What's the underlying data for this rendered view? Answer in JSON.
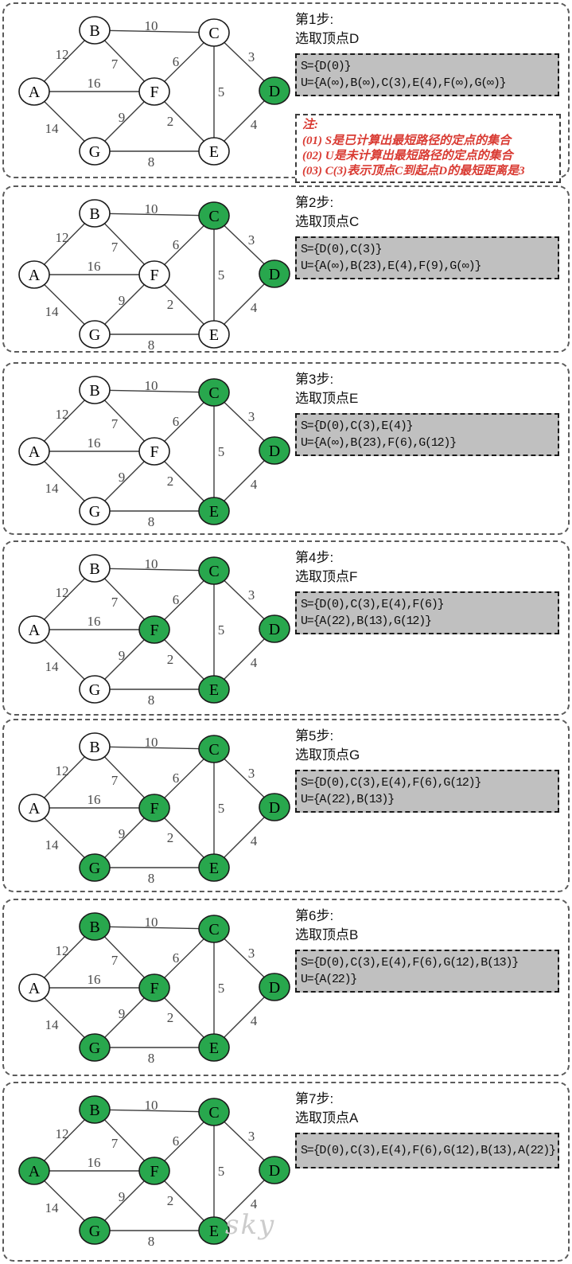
{
  "figure": {
    "watermark": "sky",
    "note": {
      "title": "注:",
      "lines": [
        "(01) S是已计算出最短路径的定点的集合",
        "(02) U是未计算出最短路径的定点的集合",
        "(03) C(3)表示顶点C到起点D的最短距离是3"
      ]
    }
  },
  "colors": {
    "selected_node_fill": "#28a74d",
    "unselected_node_fill": "#ffffff",
    "status_box_bg": "#c0c0c0",
    "note_text": "#d93a32"
  },
  "graph": {
    "node_ids": [
      "A",
      "B",
      "C",
      "D",
      "E",
      "F",
      "G"
    ],
    "edges": [
      {
        "from": "A",
        "to": "B",
        "weight": 12
      },
      {
        "from": "B",
        "to": "C",
        "weight": 10
      },
      {
        "from": "B",
        "to": "F",
        "weight": 7
      },
      {
        "from": "C",
        "to": "F",
        "weight": 6
      },
      {
        "from": "C",
        "to": "D",
        "weight": 3
      },
      {
        "from": "A",
        "to": "F",
        "weight": 16
      },
      {
        "from": "C",
        "to": "E",
        "weight": 5
      },
      {
        "from": "F",
        "to": "G",
        "weight": 9
      },
      {
        "from": "F",
        "to": "E",
        "weight": 2
      },
      {
        "from": "A",
        "to": "G",
        "weight": 14
      },
      {
        "from": "D",
        "to": "E",
        "weight": 4
      },
      {
        "from": "G",
        "to": "E",
        "weight": 8
      }
    ]
  },
  "steps": [
    {
      "title": "第1步:",
      "action": "选取顶点D",
      "s_line": "S={D(0)}",
      "u_line": "U={A(∞),B(∞),C(3),E(4),F(∞),G(∞)}",
      "selected": [
        "D"
      ],
      "has_note": true,
      "has_watermark": false
    },
    {
      "title": "第2步:",
      "action": "选取顶点C",
      "s_line": "S={D(0),C(3)}",
      "u_line": "U={A(∞),B(23),E(4),F(9),G(∞)}",
      "selected": [
        "C",
        "D"
      ],
      "has_note": false,
      "has_watermark": false
    },
    {
      "title": "第3步:",
      "action": "选取顶点E",
      "s_line": "S={D(0),C(3),E(4)}",
      "u_line": "U={A(∞),B(23),F(6),G(12)}",
      "selected": [
        "C",
        "D",
        "E"
      ],
      "has_note": false,
      "has_watermark": false
    },
    {
      "title": "第4步:",
      "action": "选取顶点F",
      "s_line": "S={D(0),C(3),E(4),F(6)}",
      "u_line": "U={A(22),B(13),G(12)}",
      "selected": [
        "C",
        "D",
        "E",
        "F"
      ],
      "has_note": false,
      "has_watermark": false
    },
    {
      "title": "第5步:",
      "action": "选取顶点G",
      "s_line": "S={D(0),C(3),E(4),F(6),G(12)}",
      "u_line": "U={A(22),B(13)}",
      "selected": [
        "C",
        "D",
        "E",
        "F",
        "G"
      ],
      "has_note": false,
      "has_watermark": false
    },
    {
      "title": "第6步:",
      "action": "选取顶点B",
      "s_line": "S={D(0),C(3),E(4),F(6),G(12),B(13)}",
      "u_line": "U={A(22)}",
      "selected": [
        "B",
        "C",
        "D",
        "E",
        "F",
        "G"
      ],
      "has_note": false,
      "has_watermark": false
    },
    {
      "title": "第7步:",
      "action": "选取顶点A",
      "s_line": "S={D(0),C(3),E(4),F(6),G(12),B(13),A(22)}",
      "u_line": null,
      "selected": [
        "A",
        "B",
        "C",
        "D",
        "E",
        "F",
        "G"
      ],
      "has_note": false,
      "has_watermark": true
    }
  ]
}
